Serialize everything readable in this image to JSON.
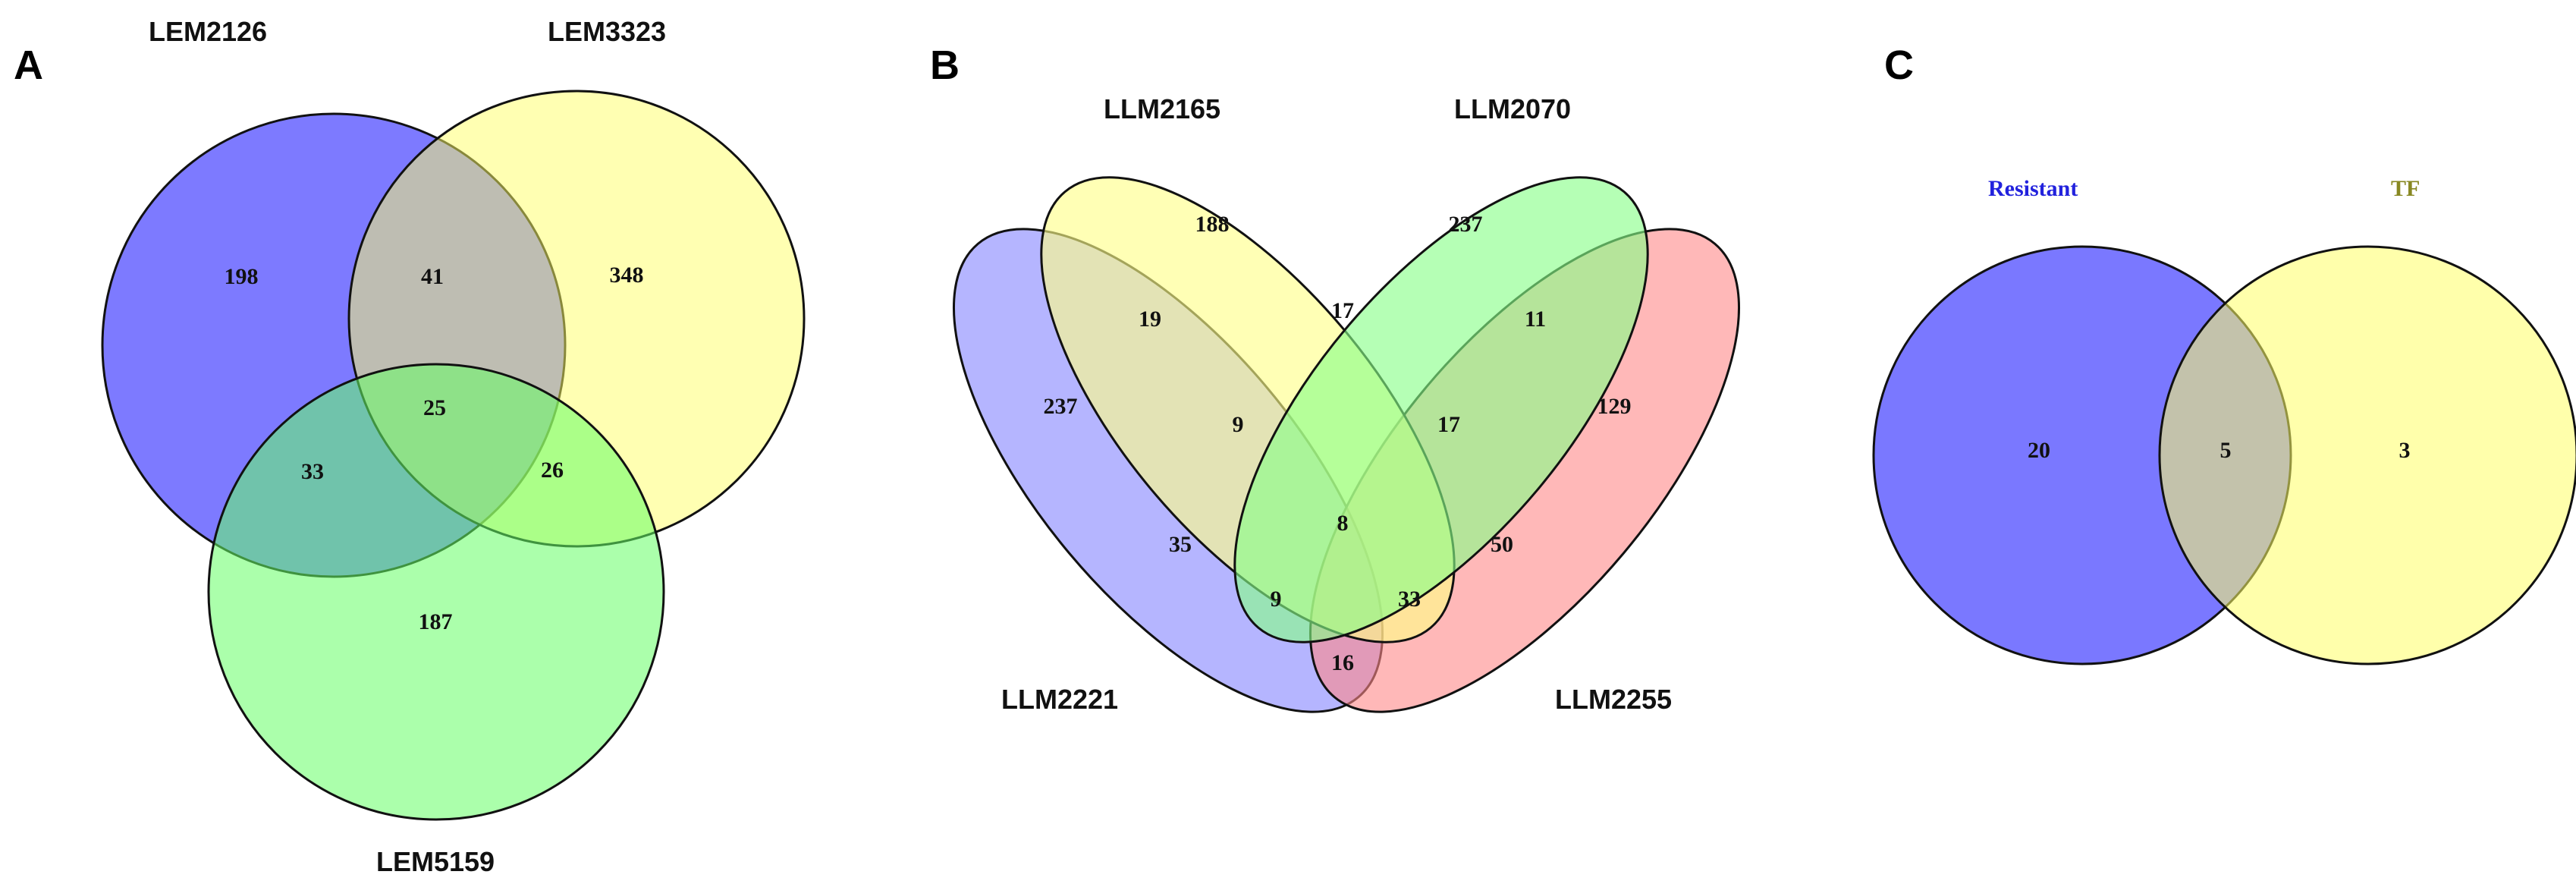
{
  "panels": {
    "a": {
      "letter": "A",
      "sets": {
        "s1": "LEM2126",
        "s2": "LEM3323",
        "s3": "LEM5159"
      },
      "counts": {
        "only_s1": "198",
        "only_s2": "348",
        "only_s3": "187",
        "s1_s2": "41",
        "s1_s3": "33",
        "s2_s3": "26",
        "all": "25"
      },
      "colors": {
        "s1": "#6f6cff",
        "s2": "#ffff66",
        "s3": "#66ff66"
      }
    },
    "b": {
      "letter": "B",
      "sets": {
        "s1": "LLM2165",
        "s2": "LLM2070",
        "s3": "LLM2221",
        "s4": "LLM2255"
      },
      "counts": {
        "only_s1": "188",
        "only_s2": "237",
        "only_s3": "237",
        "only_s4": "129",
        "s1_s2": "17",
        "s1_s3": "19",
        "s2_s4": "11",
        "s1_s2_s3": "9",
        "s1_s2_s4": "17",
        "s3_s4": "16",
        "s1_s3_s4": "9",
        "s2_s3_s4": "33",
        "s3_s1_only": "35",
        "s2_s4_lower": "50",
        "all": "8"
      },
      "colors": {
        "s1": "#ffff88",
        "s2": "#88ff88",
        "s3": "#8888ff",
        "s4": "#ff8888"
      }
    },
    "c": {
      "letter": "C",
      "sets": {
        "s1": "Resistant",
        "s2": "TF"
      },
      "counts": {
        "only_s1": "20",
        "both": "5",
        "only_s2": "3"
      },
      "colors": {
        "s1": "#6f6cff",
        "s2": "#ffff66",
        "s1_label": "#2222dd",
        "s2_label": "#888822"
      }
    }
  }
}
